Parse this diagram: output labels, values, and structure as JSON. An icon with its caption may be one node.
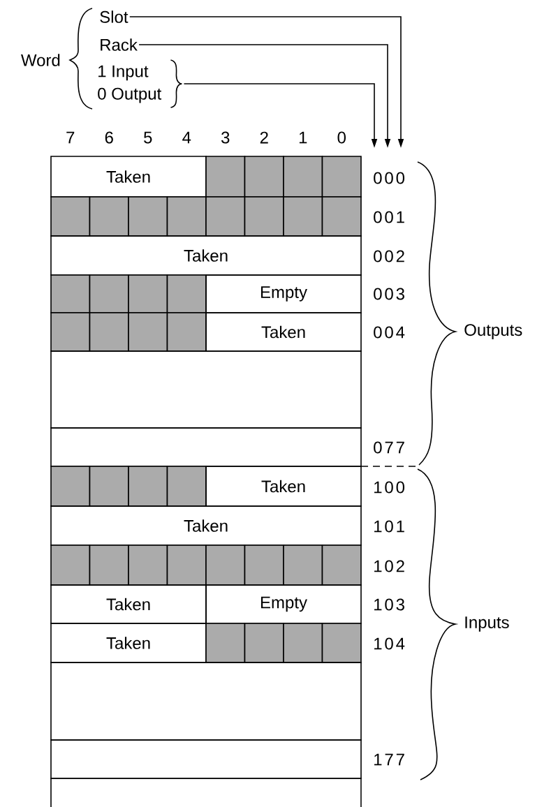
{
  "diagram": {
    "nodes": [
      {
        "text": [
          "Slot"
        ]
      },
      {
        "text": [
          "Rack"
        ]
      },
      {
        "text": [
          "1 Input",
          "0 Output"
        ]
      }
    ],
    "edges": [
      {
        "from": 0,
        "to": null,
        "arrow": "to"
      },
      {
        "from": 1,
        "to": null,
        "arrow": "to"
      },
      {
        "from": 2,
        "to": null,
        "arrow": "to"
      }
    ],
    "labels": [
      "Word",
      "7",
      "6",
      "5",
      "4",
      "3",
      "2",
      "1",
      "0",
      "Taken",
      "000",
      "001",
      "Taken",
      "002",
      "Empty",
      "003",
      "Taken",
      "004",
      "077",
      "Taken",
      "100",
      "Taken",
      "101",
      "102",
      "Taken",
      "Empty",
      "103",
      "Taken",
      "104",
      "177",
      "Outputs",
      "Inputs"
    ]
  }
}
